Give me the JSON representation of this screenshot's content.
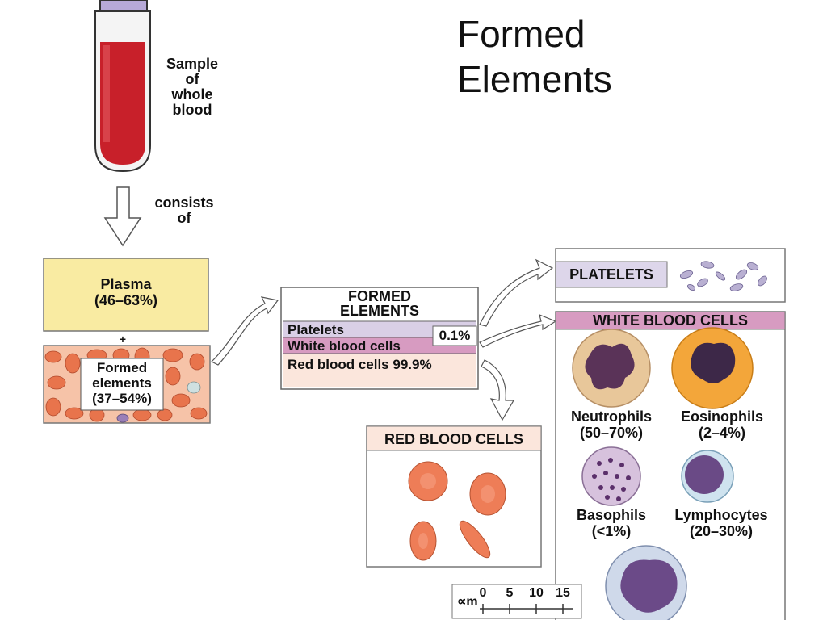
{
  "title": {
    "line1": "Formed",
    "line2": "Elements"
  },
  "tube_label": {
    "l1": "Sample",
    "l2": "of",
    "l3": "whole",
    "l4": "blood"
  },
  "consists": {
    "l1": "consists",
    "l2": "of"
  },
  "plasma": {
    "label": "Plasma",
    "pct": "(46–63%)"
  },
  "plus": "+",
  "formed_small": {
    "l1": "Formed",
    "l2": "elements",
    "l3": "(37–54%)"
  },
  "formed_box": {
    "title1": "FORMED",
    "title2": "ELEMENTS",
    "platelets": "Platelets",
    "wbc": "White blood cells",
    "small_pct": "0.1%",
    "rbc": "Red blood cells",
    "rbc_pct": "99.9%"
  },
  "platelets_panel": {
    "label": "PLATELETS"
  },
  "wbc_panel": {
    "label": "WHITE BLOOD CELLS",
    "neutrophils": "Neutrophils",
    "neutrophils_pct": "(50–70%)",
    "eosinophils": "Eosinophils",
    "eosinophils_pct": "(2–4%)",
    "basophils": "Basophils",
    "basophils_pct": "(<1%)",
    "lymphocytes": "Lymphocytes",
    "lymphocytes_pct": "(20–30%)"
  },
  "rbc_panel": {
    "label": "RED BLOOD CELLS"
  },
  "scale": {
    "unit": "∝m",
    "t0": "0",
    "t5": "5",
    "t10": "10",
    "t15": "15"
  },
  "colors": {
    "plasma": "#f9eba2",
    "platelet_row": "#d9cfe6",
    "wbc_row": "#d79bc1",
    "rbc_row": "#fbe6dc",
    "rbc_cell": "#ee7d57",
    "blood": "#c8202a",
    "tube_cap": "#b7a9d8"
  }
}
